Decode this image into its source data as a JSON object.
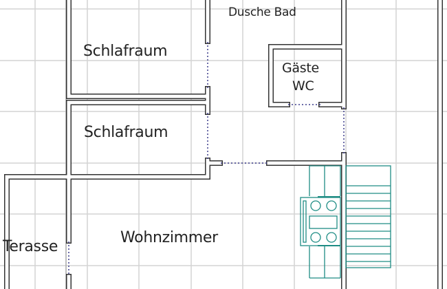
{
  "rooms": {
    "bath": "Dusche Bad",
    "bedroom_1": "Schlafraum",
    "bedroom_2": "Schlafraum",
    "guest_wc_line1": "Gäste",
    "guest_wc_line2": "WC",
    "living": "Wohnzimmer",
    "terrace": "Terasse"
  },
  "colors": {
    "wall": "#333333",
    "grid": "#d0d0d0",
    "door": "#3a3a8a",
    "furniture": "#1e8c84"
  }
}
